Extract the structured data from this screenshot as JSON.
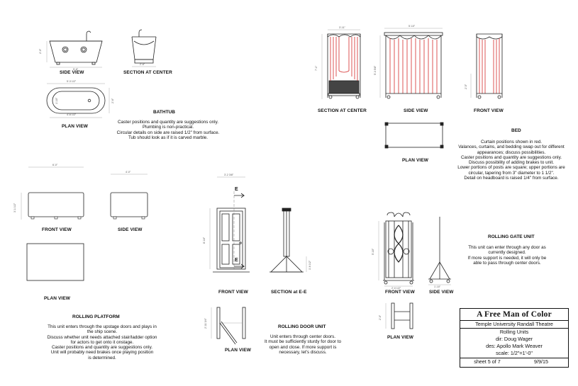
{
  "bathtub": {
    "view_labels": {
      "side": "SIDE VIEW",
      "section": "SECTION AT CENTER",
      "plan": "PLAN VIEW"
    },
    "title": "BATHTUB",
    "notes": [
      "Caster positions and quantity are suggestions only.",
      "Plumbing is non-practical.",
      "Circular details on side are raised 1/2\" from surface.",
      "Tub should look as if it is carved marble."
    ],
    "dims": {
      "side_height": "2'-0\"",
      "side_width": "5'-6\"",
      "section_width": "2'-6\"",
      "plan_top": "5'-3 1/2\"",
      "plan_side": "2'-6\"",
      "plan_bottom": "4'-6 1/2\"",
      "plan_inner": "1'-10\""
    }
  },
  "bed": {
    "view_labels": {
      "section": "SECTION AT CENTER",
      "side": "SIDE VIEW",
      "front": "FRONT VIEW",
      "plan": "PLAN VIEW"
    },
    "title": "BED",
    "notes": [
      "Curtain positions shown in red.",
      "Valances, curtains, and bedding swap out for different",
      "appearances; discuss possibilities.",
      "Caster positions and quantity are suggestions only.",
      "Discuss possibility of adding brakes to unit.",
      "Lower portions of posts are square; upper portions are",
      "circular, tapering from 3\" diameter to 1 1/2\".",
      "Detail on headboard is raised 1/4\" from surface."
    ],
    "dims": {
      "section_width": "3'-11\"",
      "section_height": "7'-1\"",
      "side_width": "5'-10\"",
      "side_height": "5'-3 5/8\"",
      "front_height": "2'-5\""
    }
  },
  "platform": {
    "view_labels": {
      "front": "FRONT VIEW",
      "side": "SIDE VIEW",
      "plan": "PLAN VIEW"
    },
    "title": "ROLLING PLATFORM",
    "notes": [
      "This unit enters through the upstage doors and plays in",
      "the ship scene.",
      "Discuss whether unit needs attached stair/ladder option",
      "for actors to get onto it onstage.",
      "Caster positions and quantity are suggestions only.",
      "Unit will probably need brakes once playing position",
      "is determined."
    ],
    "dims": {
      "front_width": "6'-0\"",
      "front_height": "3'-1 1/2\"",
      "side_width": "4'-0\""
    }
  },
  "door": {
    "view_labels": {
      "front": "FRONT VIEW",
      "section": "SECTION at E-E",
      "plan": "PLAN VIEW"
    },
    "title": "ROLLING DOOR UNIT",
    "notes": [
      "Unit enters through center doors.",
      "It must be sufficiently sturdy for door to",
      "open and close.  If more support is",
      "necessary, let's discuss."
    ],
    "section_marker": "E",
    "dims": {
      "width": "3'-2 3/8\"",
      "height": "8'-10\"",
      "base": "1'-6 1/2\"",
      "plan": "2'-11 3/4\""
    }
  },
  "gate": {
    "view_labels": {
      "front": "FRONT VIEW",
      "side": "SIDE VIEW",
      "plan": "PLAN VIEW"
    },
    "title": "ROLLING GATE UNIT",
    "notes": [
      "This unit can enter through any door as",
      "currently designed.",
      "If more support is needed, it will only be",
      "able to pass through center doors."
    ],
    "dims": {
      "height": "5'-10\"",
      "width": "2'-0 1/2\"",
      "side_base": "1'-10\"",
      "plan": "2'-0\""
    }
  },
  "title_block": {
    "show": "A Free Man of Color",
    "theatre": "Temple University Randall Theatre",
    "drawing": "Rolling Units",
    "director": "dir:  Doug Wager",
    "designer": "des:  Apollo Mark Weaver",
    "scale": "scale: 1/2\"=1'-0\"",
    "sheet": "sheet 5 of 7",
    "date": "9/9/15"
  },
  "colors": {
    "line": "#222222",
    "curtain": "#d42a2a",
    "dim": "#888888"
  }
}
